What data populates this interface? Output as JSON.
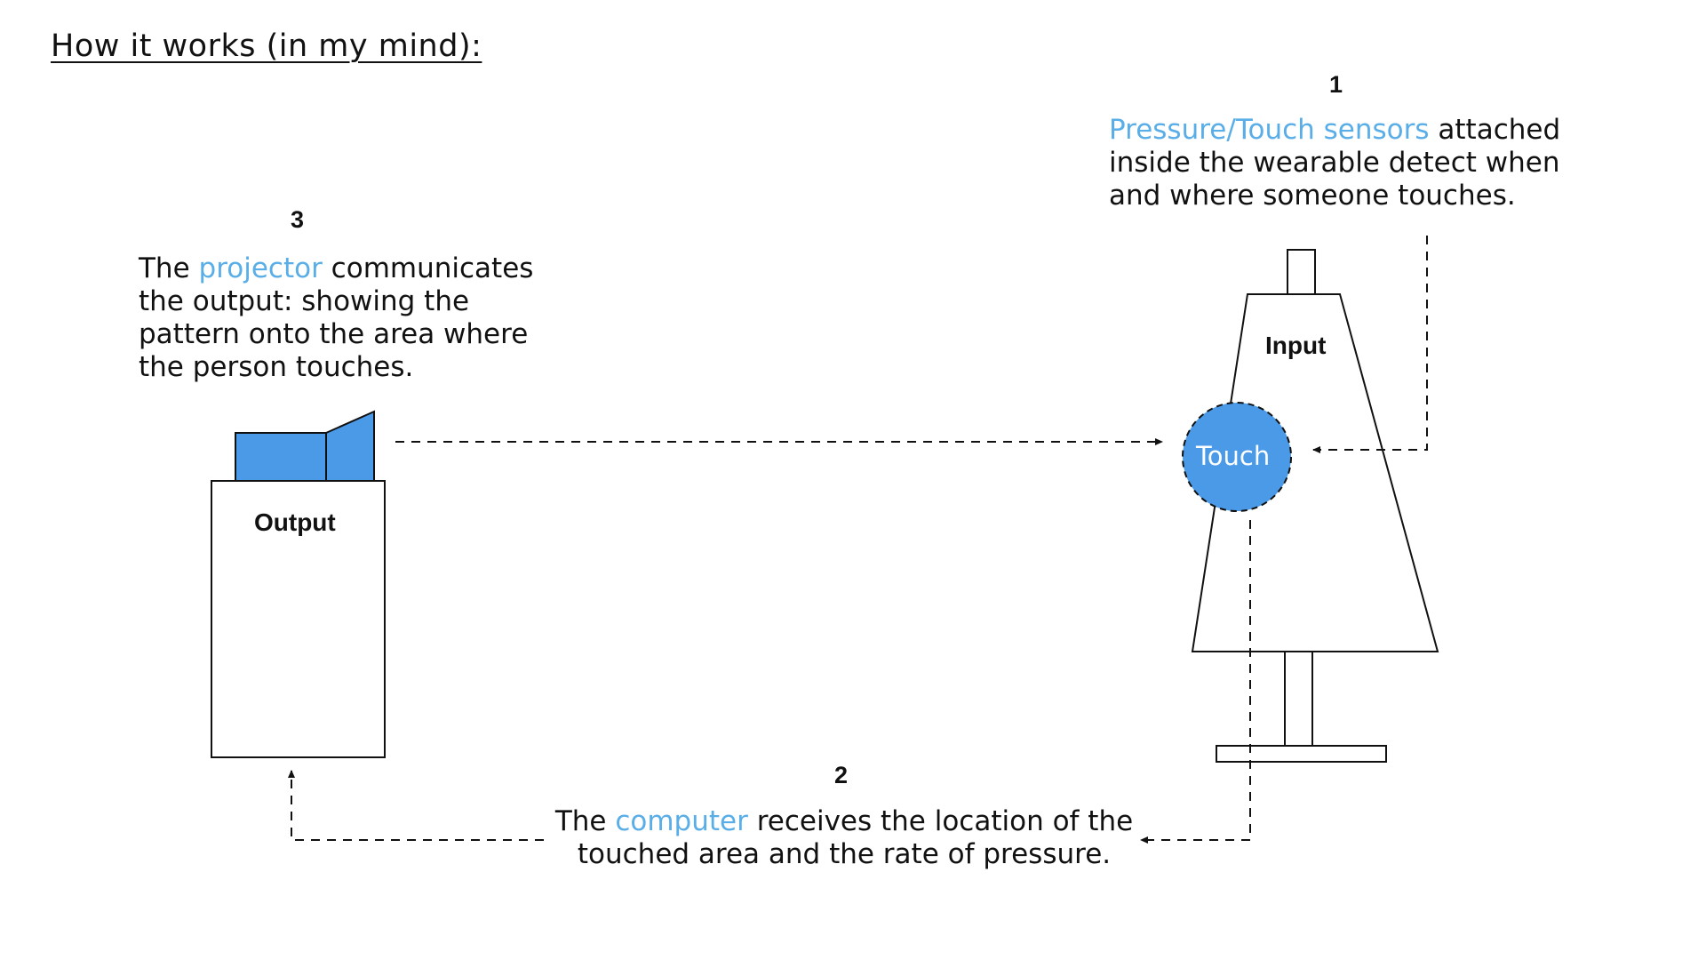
{
  "title": "How it works (in my mind):",
  "colors": {
    "accent": "#5aaee8",
    "touch_fill": "#4a9ae8",
    "projector_fill": "#4a9ae8",
    "stroke": "#111111"
  },
  "steps": [
    {
      "number": "1",
      "lines": [
        [
          {
            "text": "Pressure/Touch sensors",
            "accent": true
          },
          {
            "text": " attached",
            "accent": false
          }
        ],
        [
          {
            "text": "inside the wearable detect when",
            "accent": false
          }
        ],
        [
          {
            "text": "and where someone touches.",
            "accent": false
          }
        ]
      ]
    },
    {
      "number": "2",
      "lines": [
        [
          {
            "text": "The ",
            "accent": false
          },
          {
            "text": "computer",
            "accent": true
          },
          {
            "text": " receives the location of the",
            "accent": false
          }
        ],
        [
          {
            "text": "touched area and the rate of pressure.",
            "accent": false
          }
        ]
      ]
    },
    {
      "number": "3",
      "lines": [
        [
          {
            "text": "The ",
            "accent": false
          },
          {
            "text": "projector",
            "accent": true
          },
          {
            "text": " communicates",
            "accent": false
          }
        ],
        [
          {
            "text": "the output: showing the",
            "accent": false
          }
        ],
        [
          {
            "text": "pattern onto the area where",
            "accent": false
          }
        ],
        [
          {
            "text": "the person touches.",
            "accent": false
          }
        ]
      ]
    }
  ],
  "labels": {
    "input": "Input",
    "output": "Output",
    "touch": "Touch"
  }
}
